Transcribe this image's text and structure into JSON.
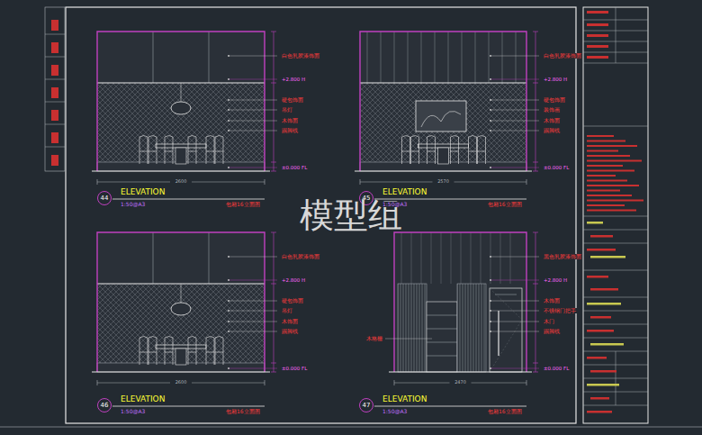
{
  "diagram": {
    "nodes": [
      {
        "text": [
          "44"
        ]
      },
      {
        "text": [
          "45"
        ]
      },
      {
        "text": [
          "46"
        ]
      },
      {
        "text": [
          "47"
        ]
      }
    ],
    "labels": [
      "模型组",
      "ELEVATION",
      "1:50@A3",
      "包厢16立面图",
      "2600",
      "白色乳胶漆饰面",
      "+2.800 H",
      "硬包饰面",
      "吊灯",
      "木饰面",
      "踢脚线",
      "±0.000 FL",
      "ELEVATION",
      "1:50@A3",
      "包厢16立面图",
      "2570",
      "白色乳胶漆饰面",
      "+2.800 H",
      "硬包饰面",
      "装饰画",
      "木饰面",
      "踢脚线",
      "±0.000 FL",
      "ELEVATION",
      "1:50@A3",
      "包厢16立面图",
      "2600",
      "白色乳胶漆饰面",
      "+2.800 H",
      "硬包饰面",
      "吊灯",
      "木饰面",
      "踢脚线",
      "±0.000 FL",
      "ELEVATION",
      "1:50@A3",
      "包厢16立面图",
      "2470",
      "黑色乳胶漆饰面",
      "+2.800 H",
      "木饰面",
      "不锈钢门把手",
      "木门",
      "踢脚线",
      "±0.000 FL",
      "木格栅"
    ]
  }
}
